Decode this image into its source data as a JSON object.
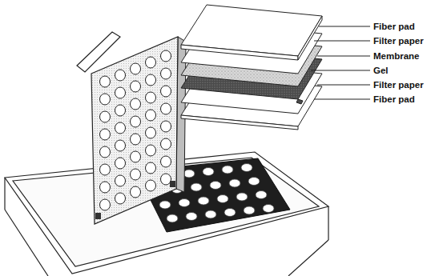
{
  "diagram": {
    "labels": [
      "Fiber pad",
      "Filter paper",
      "Membrane",
      "Gel",
      "Filter paper",
      "Fiber pad"
    ]
  }
}
